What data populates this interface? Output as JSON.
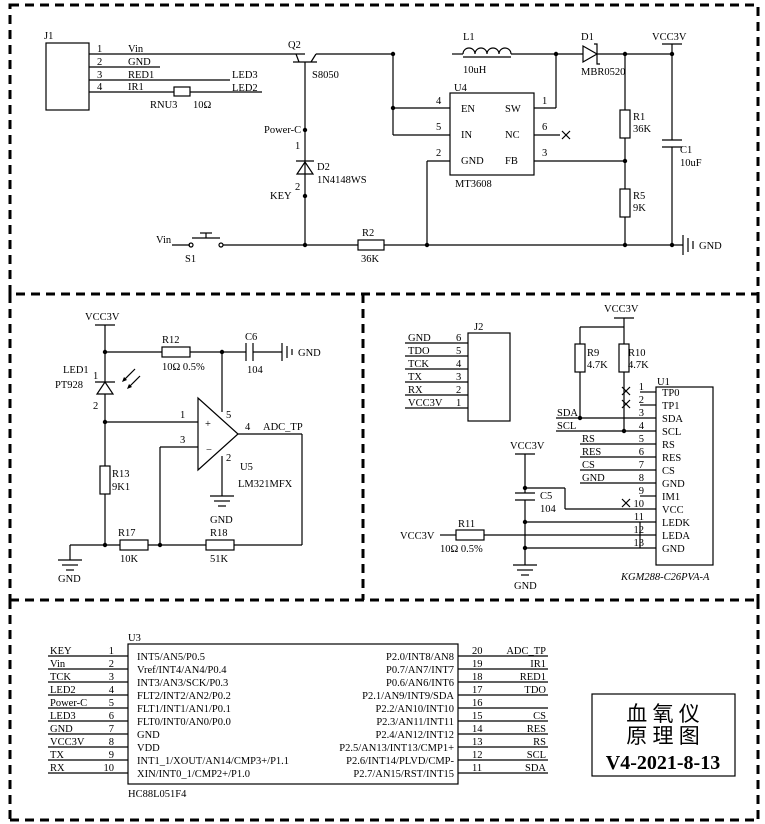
{
  "j1": {
    "ref": "J1",
    "pins": [
      {
        "num": "1",
        "net": "Vin"
      },
      {
        "num": "2",
        "net": "GND"
      },
      {
        "num": "3",
        "net": "RED1"
      },
      {
        "num": "4",
        "net": "IR1"
      }
    ]
  },
  "net_led3": "LED3",
  "net_led2": "LED2",
  "rnu3": {
    "ref": "RNU3",
    "value": "10Ω"
  },
  "q2": {
    "ref": "Q2",
    "part": "S8050"
  },
  "l1": {
    "ref": "L1",
    "value": "10uH"
  },
  "d1": {
    "ref": "D1",
    "part": "MBR0520"
  },
  "vcc3v": "VCC3V",
  "u4": {
    "ref": "U4",
    "part": "MT3608",
    "pins": {
      "en": "EN",
      "in": "IN",
      "gnd": "GND",
      "sw": "SW",
      "nc": "NC",
      "fb": "FB"
    },
    "nums": {
      "en": "4",
      "in": "5",
      "gnd": "2",
      "sw": "1",
      "nc": "6",
      "fb": "3"
    }
  },
  "r1": {
    "ref": "R1",
    "value": "36K"
  },
  "r5": {
    "ref": "R5",
    "value": "9K"
  },
  "c1": {
    "ref": "C1",
    "value": "10uF"
  },
  "power_c": "Power-C",
  "d2": {
    "ref": "D2",
    "part": "1N4148WS",
    "pin1": "1",
    "pin2": "2"
  },
  "key": "KEY",
  "vin": "Vin",
  "s1": {
    "ref": "S1"
  },
  "r2": {
    "ref": "R2",
    "value": "36K"
  },
  "gnd": "GND",
  "led1": {
    "ref": "LED1",
    "part": "PT928",
    "pin1": "1",
    "pin2": "2"
  },
  "r12": {
    "ref": "R12",
    "value": "10Ω 0.5%"
  },
  "c6": {
    "ref": "C6",
    "value": "104"
  },
  "u5": {
    "ref": "U5",
    "part": "LM321MFX",
    "pin_in_plus": "1",
    "pin_in_minus": "3",
    "pin_out": "4",
    "pin_vcc": "5",
    "pin_gnd": "2"
  },
  "adc_tp": "ADC_TP",
  "r13": {
    "ref": "R13",
    "value": "9K1"
  },
  "r17": {
    "ref": "R17",
    "value": "10K"
  },
  "r18": {
    "ref": "R18",
    "value": "51K"
  },
  "j2": {
    "ref": "J2",
    "pins": [
      {
        "num": "6",
        "net": "GND"
      },
      {
        "num": "5",
        "net": "TDO"
      },
      {
        "num": "4",
        "net": "TCK"
      },
      {
        "num": "3",
        "net": "TX"
      },
      {
        "num": "2",
        "net": "RX"
      },
      {
        "num": "1",
        "net": "VCC3V"
      }
    ]
  },
  "r9": {
    "ref": "R9",
    "value": "4.7K"
  },
  "r10": {
    "ref": "R10",
    "value": "4.7K"
  },
  "u1": {
    "ref": "U1",
    "part": "KGM288-C26PVA-A",
    "pins": [
      {
        "num": "1",
        "name": "TP0",
        "net": ""
      },
      {
        "num": "2",
        "name": "TP1",
        "net": ""
      },
      {
        "num": "3",
        "name": "SDA",
        "net": "SDA"
      },
      {
        "num": "4",
        "name": "SCL",
        "net": "SCL"
      },
      {
        "num": "5",
        "name": "RS",
        "net": "RS"
      },
      {
        "num": "6",
        "name": "RES",
        "net": "RES"
      },
      {
        "num": "7",
        "name": "CS",
        "net": "CS"
      },
      {
        "num": "8",
        "name": "GND",
        "net": "GND"
      },
      {
        "num": "9",
        "name": "IM1",
        "net": ""
      },
      {
        "num": "10",
        "name": "VCC",
        "net": ""
      },
      {
        "num": "11",
        "name": "LEDK",
        "net": ""
      },
      {
        "num": "12",
        "name": "LEDA",
        "net": ""
      },
      {
        "num": "13",
        "name": "GND",
        "net": ""
      }
    ]
  },
  "c5": {
    "ref": "C5",
    "value": "104"
  },
  "r11": {
    "ref": "R11",
    "value": "10Ω 0.5%"
  },
  "u3": {
    "ref": "U3",
    "part": "HC88L051F4",
    "left": [
      {
        "num": "1",
        "net": "KEY",
        "name": "INT5/AN5/P0.5"
      },
      {
        "num": "2",
        "net": "Vin",
        "name": "Vref/INT4/AN4/P0.4"
      },
      {
        "num": "3",
        "net": "TCK",
        "name": "INT3/AN3/SCK/P0.3"
      },
      {
        "num": "4",
        "net": "LED2",
        "name": "FLT2/INT2/AN2/P0.2"
      },
      {
        "num": "5",
        "net": "Power-C",
        "name": "FLT1/INT1/AN1/P0.1"
      },
      {
        "num": "6",
        "net": "LED3",
        "name": "FLT0/INT0/AN0/P0.0"
      },
      {
        "num": "7",
        "net": "GND",
        "name": "GND"
      },
      {
        "num": "8",
        "net": "VCC3V",
        "name": "VDD"
      },
      {
        "num": "9",
        "net": "TX",
        "name": "INT1_1/XOUT/AN14/CMP3+/P1.1"
      },
      {
        "num": "10",
        "net": "RX",
        "name": "XIN/INT0_1/CMP2+/P1.0"
      }
    ],
    "right": [
      {
        "num": "20",
        "net": "ADC_TP",
        "name": "P2.0/INT8/AN8"
      },
      {
        "num": "19",
        "net": "IR1",
        "name": "P0.7/AN7/INT7"
      },
      {
        "num": "18",
        "net": "RED1",
        "name": "P0.6/AN6/INT6"
      },
      {
        "num": "17",
        "net": "TDO",
        "name": "P2.1/AN9/INT9/SDA"
      },
      {
        "num": "16",
        "net": "",
        "name": "P2.2/AN10/INT10"
      },
      {
        "num": "15",
        "net": "CS",
        "name": "P2.3/AN11/INT11"
      },
      {
        "num": "14",
        "net": "RES",
        "name": "P2.4/AN12/INT12"
      },
      {
        "num": "13",
        "net": "RS",
        "name": "P2.5/AN13/INT13/CMP1+"
      },
      {
        "num": "12",
        "net": "SCL",
        "name": "P2.6/INT14/PLVD/CMP-"
      },
      {
        "num": "11",
        "net": "SDA",
        "name": "P2.7/AN15/RST/INT15"
      }
    ]
  },
  "title_box": {
    "line1": "血 氧 仪",
    "line2": "原 理 图",
    "line3": "V4-2021-8-13"
  }
}
